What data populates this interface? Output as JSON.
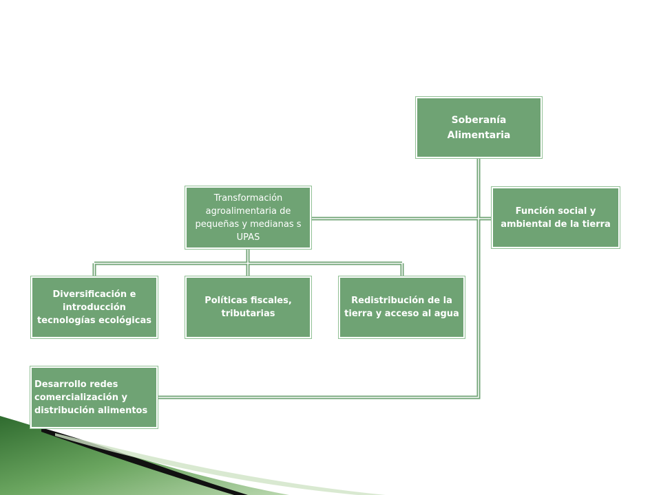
{
  "nodes": {
    "soberania": [
      "Soberanía",
      "Alimentaria"
    ],
    "funcion": [
      "Función social y",
      "ambiental de la tierra"
    ],
    "transformacion": [
      "Transformación",
      "agroalimentaria de",
      "pequeñas y medianas  s",
      "UPAS"
    ],
    "diversificacion": [
      "Diversificación e",
      "introducción",
      "tecnologías ecológicas"
    ],
    "politicas": [
      "Políticas fiscales,",
      "tributarias"
    ],
    "redistribucion": [
      "Redistribución de la",
      "tierra y acceso al agua"
    ],
    "desarrollo": [
      "Desarrollo redes",
      "comercialización  y",
      "distribución alimentos"
    ]
  },
  "colors": {
    "node_fill": "#6fa374",
    "connector": "#6fa374",
    "decor_dark": "#1f3b1f",
    "decor_green": "#4f8a4a"
  }
}
